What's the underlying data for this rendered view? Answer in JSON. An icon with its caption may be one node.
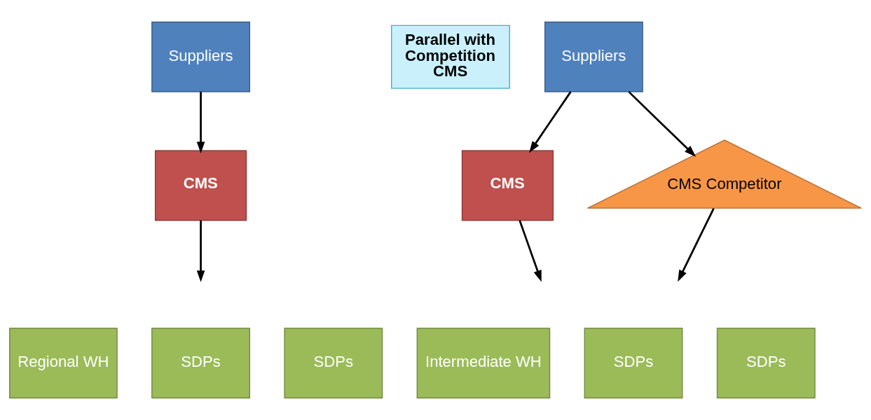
{
  "diagram": {
    "nodes": [
      {
        "text": [
          "Suppliers"
        ]
      },
      {
        "text": [
          "CMS"
        ]
      },
      {
        "text": [
          "Regional WH"
        ]
      },
      {
        "text": [
          "SDPs"
        ]
      },
      {
        "text": [
          "SDPs"
        ]
      },
      {
        "text": [
          "Parallel with Competition CMS"
        ]
      },
      {
        "text": [
          "Suppliers"
        ]
      },
      {
        "text": [
          "CMS"
        ]
      },
      {
        "text": [
          "CMS Competitor"
        ]
      },
      {
        "text": [
          "Intermediate WH"
        ]
      },
      {
        "text": [
          "SDPs"
        ]
      },
      {
        "text": [
          "SDPs"
        ]
      }
    ],
    "edges": [
      {
        "from": 0,
        "to": 1,
        "arrow": "to"
      },
      {
        "from": 1,
        "to": null,
        "arrow": "to"
      },
      {
        "from": 6,
        "to": 7,
        "arrow": "to"
      },
      {
        "from": 6,
        "to": 8,
        "arrow": "to"
      },
      {
        "from": 7,
        "to": null,
        "arrow": "to"
      },
      {
        "from": 8,
        "to": null,
        "arrow": "to"
      }
    ]
  }
}
